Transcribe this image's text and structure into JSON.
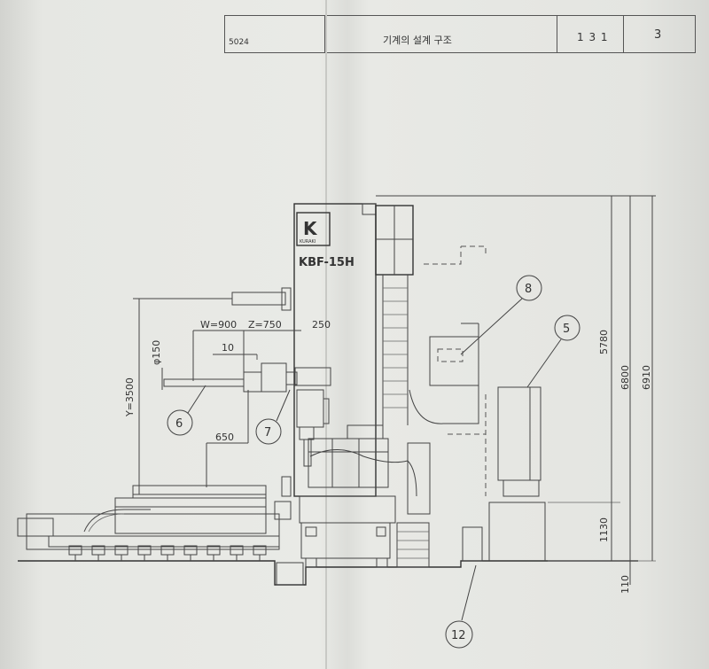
{
  "title_block": {
    "drawing_no": "5024",
    "title": "기계의 설계 구조",
    "page": "1 3 1",
    "chapter": "3"
  },
  "machine": {
    "model": "KBF-15H",
    "logo_text": "KURAKI"
  },
  "dimensions": {
    "w": "W=900",
    "z": "Z=750",
    "d250": "250",
    "d10": "10",
    "phi": "φ150",
    "y": "Y=3500",
    "d650": "650",
    "h5780": "5780",
    "h6800": "6800",
    "h6910": "6910",
    "h1130": "1130",
    "h110": "110"
  },
  "callouts": {
    "c5": "5",
    "c6": "6",
    "c7": "7",
    "c8": "8",
    "c12": "12"
  }
}
